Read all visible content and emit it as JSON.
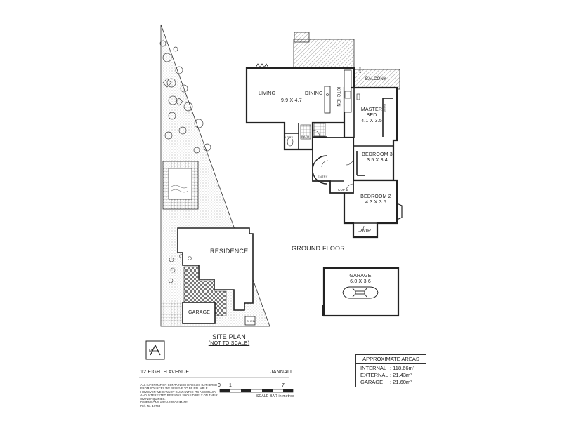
{
  "site_plan": {
    "title": "SITE PLAN",
    "subtitle": "(NOT TO SCALE)",
    "residence_label": "RESIDENCE",
    "garage_label": "GARAGE",
    "shed_label": "SHED"
  },
  "floor_plan": {
    "title": "GROUND FLOOR",
    "living": "LIVING",
    "dining": "DINING",
    "living_dims": "9.9 X 4.7",
    "kitchen": "KITCHEN",
    "balcony": "BALCONY",
    "master_bed_line1": "MASTER",
    "master_bed_line2": "BED",
    "master_bed_dims": "4.1 X 3.5",
    "bedroom3": "BEDROOM 3",
    "bedroom3_dims": "3.5 X 3.4",
    "bedroom2": "BEDROOM 2",
    "bedroom2_dims": "4.3 X 3.5",
    "wir": "WIR",
    "cpd": "CUP'D",
    "bath": "BATH",
    "ldry": "LDRY",
    "robe": "ROBE",
    "ens": "ENS",
    "entry": "ENTRY",
    "garage": "GARAGE",
    "garage_dims": "6.0 X 3.6"
  },
  "footer": {
    "address": "12 EIGHTH AVENUE",
    "suburb": "JANNALI",
    "disclaimer": [
      "ALL INFORMATION CONTAINED HEREIN IS GATHERED",
      "FROM SOURCES WE BELIEVE TO BE RELIABLE.",
      "HOWEVER WE CANNOT GUARANTEE ITS ACCURACY",
      "AND INTERESTED PERSONS SHOULD RELY ON THEIR",
      "OWN ENQUIRIES.",
      "DIMENSIONS ARE APPROXIMATE",
      "Ref. No. 16763"
    ],
    "scale_0": "0",
    "scale_1": "1",
    "scale_7": "7",
    "scale_caption": "SCALE BAR in metres",
    "north": "N"
  },
  "areas": {
    "title": "APPROXIMATE AREAS",
    "internal_label": "INTERNAL",
    "internal_value": ": 118.66m²",
    "external_label": "EXTERNAL",
    "external_value": ": 21.43m²",
    "garage_label": "GARAGE",
    "garage_value": ": 21.60m²"
  }
}
